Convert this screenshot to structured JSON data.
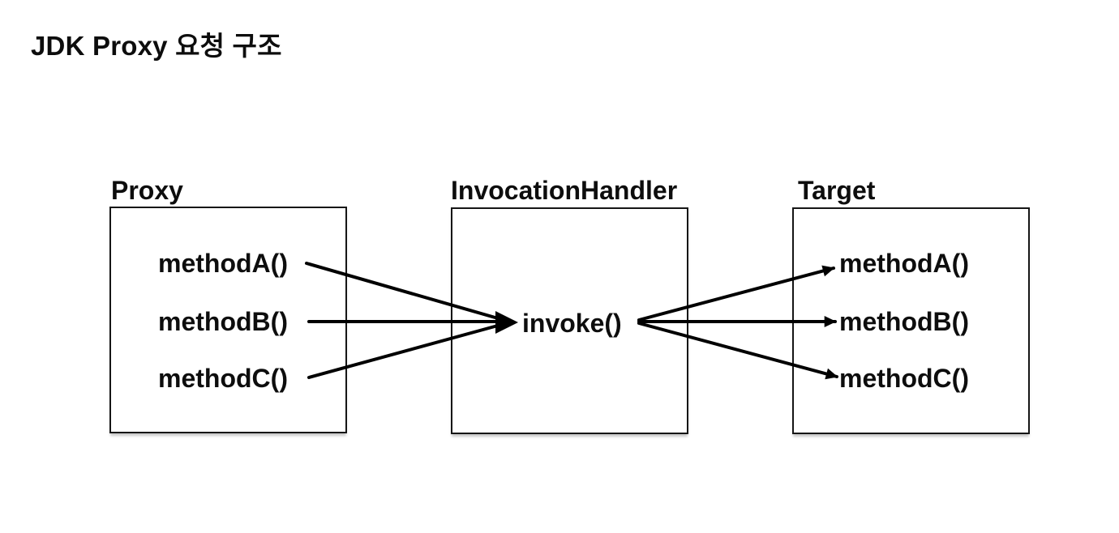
{
  "title": "JDK Proxy 요청 구조",
  "diagram": {
    "boxes": [
      {
        "id": "proxy",
        "label": "Proxy",
        "methods": [
          "methodA()",
          "methodB()",
          "methodC()"
        ]
      },
      {
        "id": "invocation-handler",
        "label": "InvocationHandler",
        "methods": [
          "invoke()"
        ]
      },
      {
        "id": "target",
        "label": "Target",
        "methods": [
          "methodA()",
          "methodB()",
          "methodC()"
        ]
      }
    ],
    "connections": [
      {
        "from": "Proxy.methodA()",
        "to": "InvocationHandler.invoke()"
      },
      {
        "from": "Proxy.methodB()",
        "to": "InvocationHandler.invoke()"
      },
      {
        "from": "Proxy.methodC()",
        "to": "InvocationHandler.invoke()"
      },
      {
        "from": "InvocationHandler.invoke()",
        "to": "Target.methodA()"
      },
      {
        "from": "InvocationHandler.invoke()",
        "to": "Target.methodB()"
      },
      {
        "from": "InvocationHandler.invoke()",
        "to": "Target.methodC()"
      }
    ],
    "colors": {
      "background": "#ffffff",
      "text": "#0d0d0d",
      "box_border": "#161616",
      "arrow": "#000000"
    }
  }
}
